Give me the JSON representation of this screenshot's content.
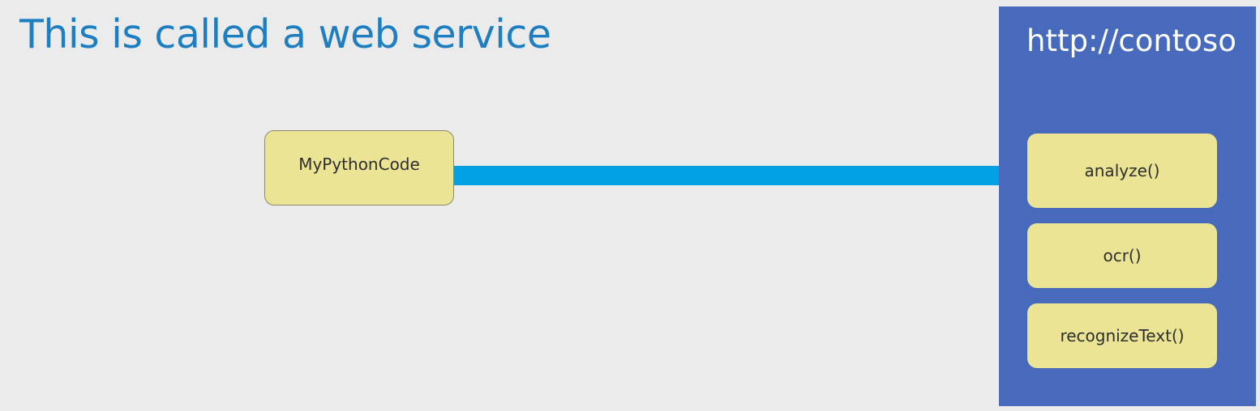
{
  "slide": {
    "title": "This is called a web service"
  },
  "client": {
    "label": "MyPythonCode"
  },
  "service": {
    "url": "http://contoso",
    "methods": [
      {
        "label": "analyze()"
      },
      {
        "label": "ocr()"
      },
      {
        "label": "recognizeText()"
      }
    ]
  },
  "colors": {
    "title": "#1d7fc2",
    "panel": "#476abd",
    "box_fill": "#ebe494",
    "arrow": "#00a2e4",
    "background": "#ebebeb"
  }
}
